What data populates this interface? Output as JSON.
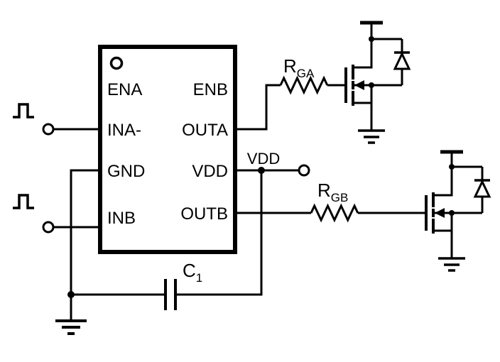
{
  "ic": {
    "pins_left": [
      "ENA",
      "INA-",
      "GND",
      "INB"
    ],
    "pins_right": [
      "ENB",
      "OUTA",
      "VDD",
      "OUTB"
    ]
  },
  "labels": {
    "gate_resistor_a": {
      "base": "R",
      "sub": "GA"
    },
    "gate_resistor_b": {
      "base": "R",
      "sub": "GB"
    },
    "capacitor": {
      "base": "C",
      "sub": "1"
    },
    "vdd_net": "VDD"
  },
  "colors": {
    "line": "#000000",
    "background": "#ffffff"
  }
}
